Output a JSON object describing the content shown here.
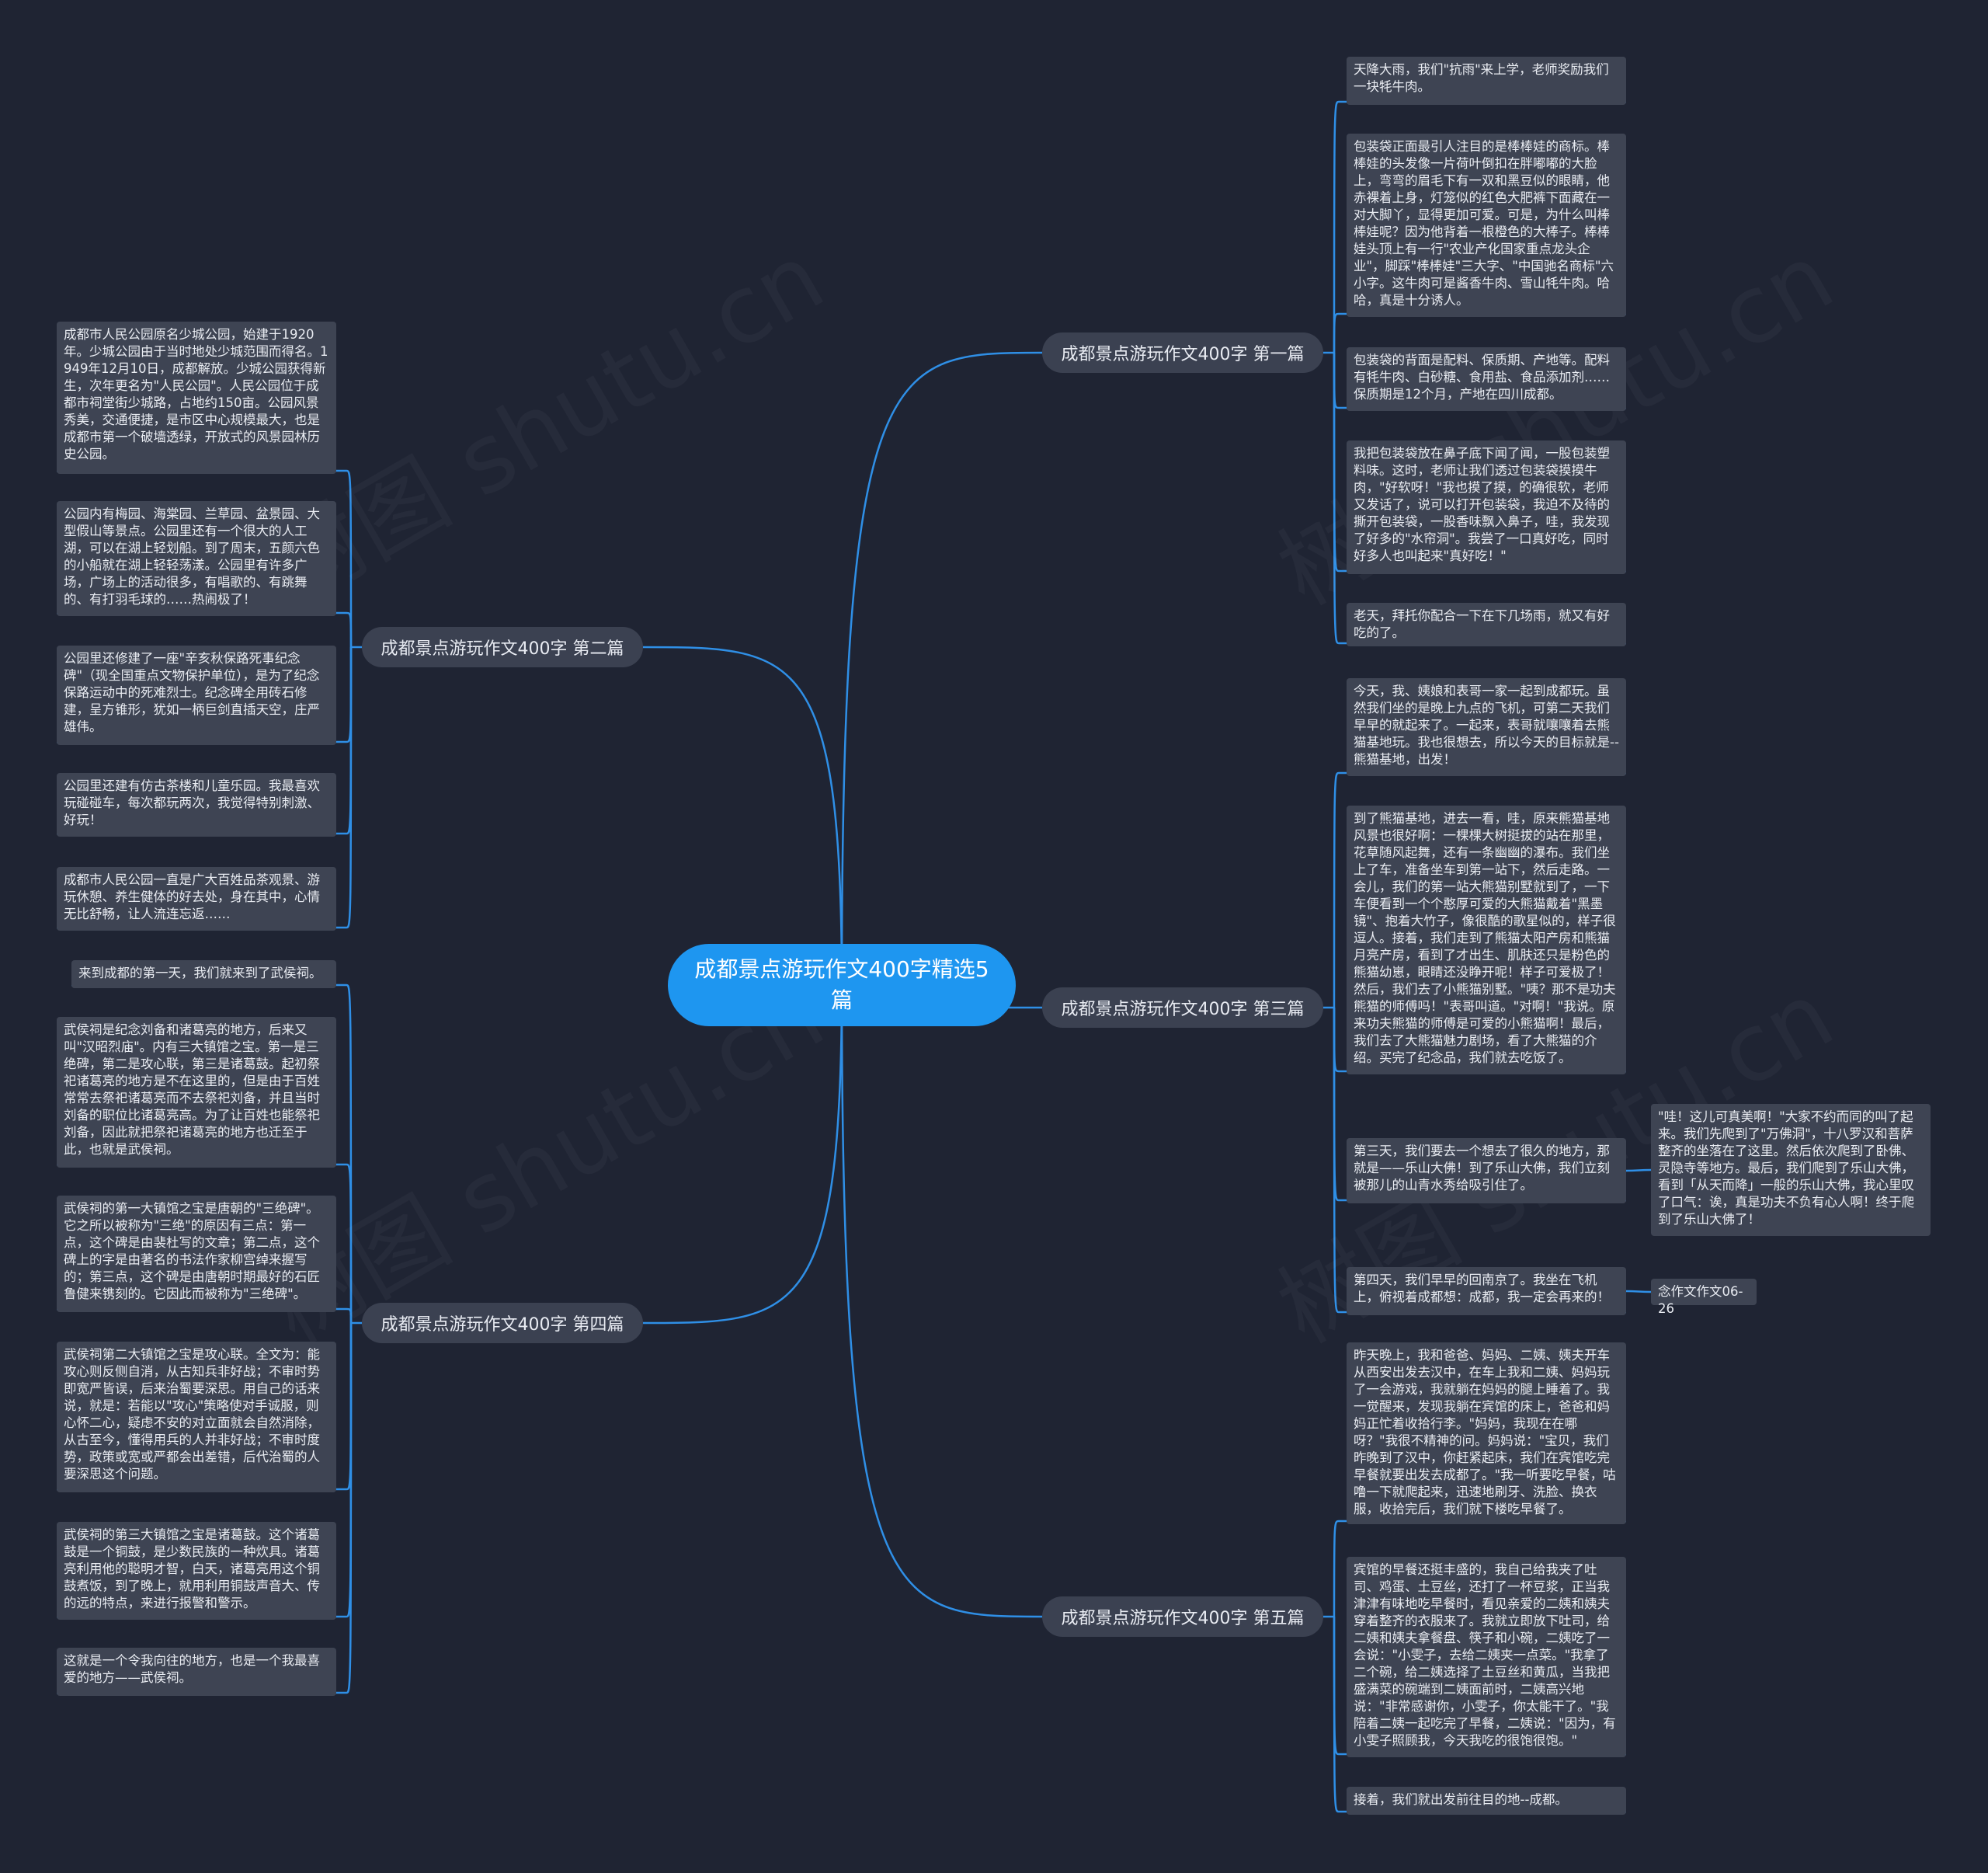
{
  "root": {
    "title": "成都景点游玩作文400字精选5篇"
  },
  "branches": [
    {
      "label": "成都景点游玩作文400字 第一篇"
    },
    {
      "label": "成都景点游玩作文400字 第二篇"
    },
    {
      "label": "成都景点游玩作文400字 第三篇"
    },
    {
      "label": "成都景点游玩作文400字 第四篇"
    },
    {
      "label": "成都景点游玩作文400字 第五篇"
    }
  ],
  "leaves": {
    "b1": [
      "天降大雨，我们\"抗雨\"来上学，老师奖励我们一块牦牛肉。",
      "包装袋正面最引人注目的是棒棒娃的商标。棒棒娃的头发像一片荷叶倒扣在胖嘟嘟的大脸上，弯弯的眉毛下有一双和黑豆似的眼睛，他赤裸着上身，灯笼似的红色大肥裤下面藏在一对大脚丫，显得更加可爱。可是，为什么叫棒棒娃呢？因为他背着一根橙色的大棒子。棒棒娃头顶上有一行\"农业产化国家重点龙头企业\"，脚踩\"棒棒娃\"三大字、\"中国驰名商标\"六小字。这牛肉可是酱香牛肉、雪山牦牛肉。哈哈，真是十分诱人。",
      "包装袋的背面是配料、保质期、产地等。配料有牦牛肉、白砂糖、食用盐、食品添加剂……保质期是12个月，产地在四川成都。",
      "我把包装袋放在鼻子底下闻了闻，一股包装塑料味。这时，老师让我们透过包装袋摸摸牛肉，\"好软呀！\"我也摸了摸，的确很软，老师又发话了，说可以打开包装袋，我迫不及待的撕开包装袋，一股香味飘入鼻子，哇，我发现了好多的\"水帘洞\"。我尝了一口真好吃，同时好多人也叫起来\"真好吃！\"",
      "老天，拜托你配合一下在下几场雨，就又有好吃的了。"
    ],
    "b2": [
      "成都市人民公园原名少城公园，始建于1920年。少城公园由于当时地处少城范围而得名。1949年12月10日，成都解放。少城公园获得新生，次年更名为\"人民公园\"。人民公园位于成都市祠堂街少城路，占地约150亩。公园风景秀美，交通便捷，是市区中心规模最大，也是成都市第一个破墙透绿，开放式的风景园林历史公园。",
      "公园内有梅园、海棠园、兰草园、盆景园、大型假山等景点。公园里还有一个很大的人工湖，可以在湖上轻划船。到了周末，五颜六色的小船就在湖上轻轻荡漾。公园里有许多广场，广场上的活动很多，有唱歌的、有跳舞的、有打羽毛球的……热闹极了！",
      "公园里还修建了一座\"辛亥秋保路死事纪念碑\"（现全国重点文物保护单位），是为了纪念保路运动中的死难烈士。纪念碑全用砖石修建，呈方锥形，犹如一柄巨剑直插天空，庄严雄伟。",
      "公园里还建有仿古茶楼和儿童乐园。我最喜欢玩碰碰车，每次都玩两次，我觉得特别刺激、好玩！",
      "成都市人民公园一直是广大百姓品茶观景、游玩休憩、养生健体的好去处，身在其中，心情无比舒畅，让人流连忘返……"
    ],
    "b3": [
      "今天，我、姨娘和表哥一家一起到成都玩。虽然我们坐的是晚上九点的飞机，可第二天我们早早的就起来了。一起来，表哥就嚷嚷着去熊猫基地玩。我也很想去，所以今天的目标就是--熊猫基地，出发！",
      "到了熊猫基地，进去一看，哇，原来熊猫基地风景也很好啊：一棵棵大树挺拔的站在那里，花草随风起舞，还有一条幽幽的瀑布。我们坐上了车，准备坐车到第一站下，然后走路。一会儿，我们的第一站大熊猫别墅就到了，一下车便看到一个个憨厚可爱的大熊猫戴着\"黑墨镜\"、抱着大竹子，像很酷的歌星似的，样子很逗人。接着，我们走到了熊猫太阳产房和熊猫月亮产房，看到了才出生、肌肤还只是粉色的熊猫幼崽，眼睛还没睁开呢！样子可爱极了！然后，我们去了小熊猫别墅。\"咦？那不是功夫熊猫的师傅吗！\"表哥叫道。\"对啊！\"我说。原来功夫熊猫的师傅是可爱的小熊猫啊！最后，我们去了大熊猫魅力剧场，看了大熊猫的介绍。买完了纪念品，我们就去吃饭了。",
      "第三天，我们要去一个想去了很久的地方，那就是——乐山大佛！到了乐山大佛，我们立刻被那儿的山青水秀给吸引住了。",
      "第四天，我们早早的回南京了。我坐在飞机上，俯视着成都想：成都，我一定会再来的！"
    ],
    "b3sub": [
      "\"哇！这儿可真美啊！\"大家不约而同的叫了起来。我们先爬到了\"万佛洞\"，十八罗汉和菩萨整齐的坐落在了这里。然后依次爬到了卧佛、灵隐寺等地方。最后，我们爬到了乐山大佛，看到「从天而降」一般的乐山大佛，我心里叹了口气：诶，真是功夫不负有心人啊！终于爬到了乐山大佛了！",
      "念作文作文06-26"
    ],
    "b4": [
      "来到成都的第一天，我们就来到了武侯祠。",
      "武侯祠是纪念刘备和诸葛亮的地方，后来又叫\"汉昭烈庙\"。内有三大镇馆之宝。第一是三绝碑，第二是攻心联，第三是诸葛鼓。起初祭祀诸葛亮的地方是不在这里的，但是由于百姓常常去祭祀诸葛亮而不去祭祀刘备，并且当时刘备的职位比诸葛亮高。为了让百姓也能祭祀刘备，因此就把祭祀诸葛亮的地方也迁至于此，也就是武侯祠。",
      "武侯祠的第一大镇馆之宝是唐朝的\"三绝碑\"。它之所以被称为\"三绝\"的原因有三点：第一点，这个碑是由裴杜写的文章；第二点，这个碑上的字是由著名的书法作家柳宫绰来握写的；第三点，这个碑是由唐朝时期最好的石匠鲁健来镌刻的。它因此而被称为\"三绝碑\"。",
      "武侯祠第二大镇馆之宝是攻心联。全文为：能攻心则反侧自消，从古知兵非好战；不审时势即宽严皆误，后来治蜀要深思。用自己的话来说，就是：若能以\"攻心\"策略使对手诚服，则心怀二心，疑虑不安的对立面就会自然消除，从古至今，懂得用兵的人并非好战；不审时度势，政策或宽或严都会出差错，后代治蜀的人要深思这个问题。",
      "武侯祠的第三大镇馆之宝是诸葛鼓。这个诸葛鼓是一个铜鼓，是少数民族的一种炊具。诸葛亮利用他的聪明才智，白天，诸葛亮用这个铜鼓煮饭，到了晚上，就用利用铜鼓声音大、传的远的特点，来进行报警和警示。",
      "这就是一个令我向往的地方，也是一个我最喜爱的地方——武侯祠。"
    ],
    "b5": [
      "昨天晚上，我和爸爸、妈妈、二姨、姨夫开车从西安出发去汉中，在车上我和二姨、妈妈玩了一会游戏，我就躺在妈妈的腿上睡着了。我一觉醒来，发现我躺在宾馆的床上，爸爸和妈妈正忙着收拾行李。\"妈妈，我现在在哪呀？\"我很不精神的问。妈妈说：\"宝贝，我们昨晚到了汉中，你赶紧起床，我们在宾馆吃完早餐就要出发去成都了。\"我一听要吃早餐，咕噜一下就爬起来，迅速地刷牙、洗脸、换衣服，收拾完后，我们就下楼吃早餐了。",
      "宾馆的早餐还挺丰盛的，我自己给我夹了吐司、鸡蛋、土豆丝，还打了一杯豆浆，正当我津津有味地吃早餐时，看见亲爱的二姨和姨夫穿着整齐的衣服来了。我就立即放下吐司，给二姨和姨夫拿餐盘、筷子和小碗，二姨吃了一会说：\"小雯子，去给二姨夹一点菜。\"我拿了二个碗，给二姨选择了土豆丝和黄瓜，当我把盛满菜的碗端到二姨面前时，二姨高兴地说：\"非常感谢你，小雯子，你太能干了。\"我陪着二姨一起吃完了早餐，二姨说：\"因为，有小雯子照顾我，今天我吃的很饱很饱。\"",
      "接着，我们就出发前往目的地--成都。"
    ]
  },
  "colors": {
    "background": "#1f2433",
    "root": "#1e96f0",
    "branch": "#3b4151",
    "leaf": "#3e4453",
    "connector": "#2f8fe6"
  },
  "watermark": "树图 shutu.cn"
}
